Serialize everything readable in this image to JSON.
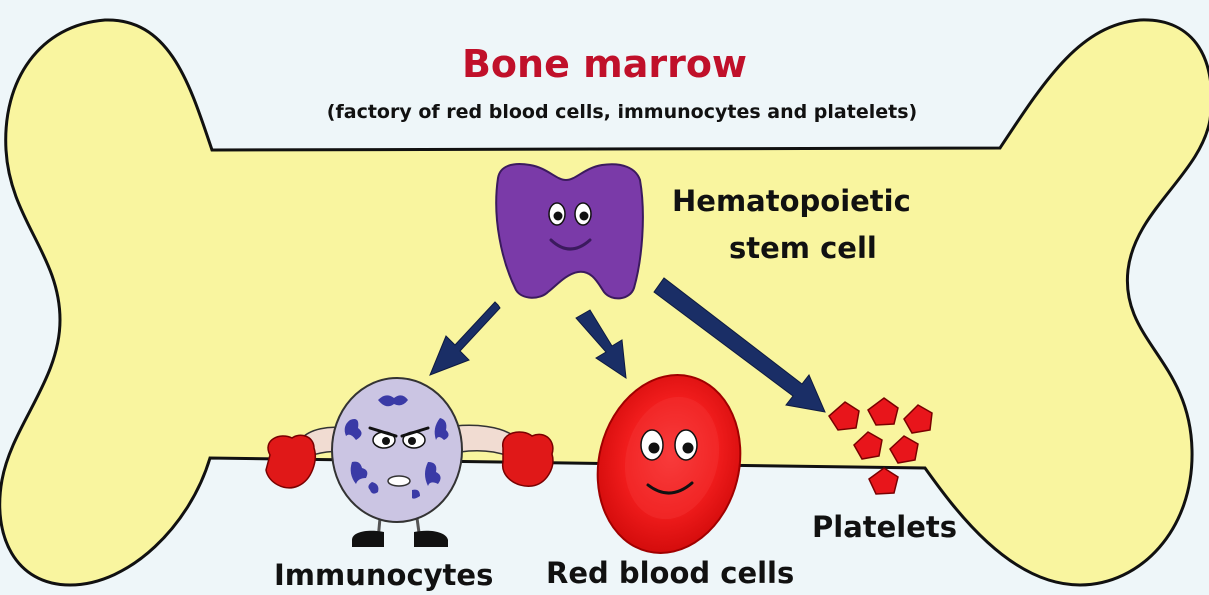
{
  "title": "Bone marrow",
  "subtitle": "(factory of red blood cells, immunocytes and platelets)",
  "stem_cell": {
    "label_line1": "Hematopoietic",
    "label_line2": "stem cell"
  },
  "products": [
    {
      "label": "Immunocytes"
    },
    {
      "label": "Red blood cells"
    },
    {
      "label": "Platelets"
    }
  ],
  "colors": {
    "background": "#eef6f9",
    "bone": "#f9f59f",
    "title": "#c0102a",
    "stem_cell": "#7a3aa8",
    "arrows": "#1a2e66",
    "red_cell": "#e8151b",
    "platelets": "#e8151b",
    "immunocyte": "#cbc5e3",
    "nucleus": "#3a3aa6",
    "boxing_glove": "#e01818"
  }
}
